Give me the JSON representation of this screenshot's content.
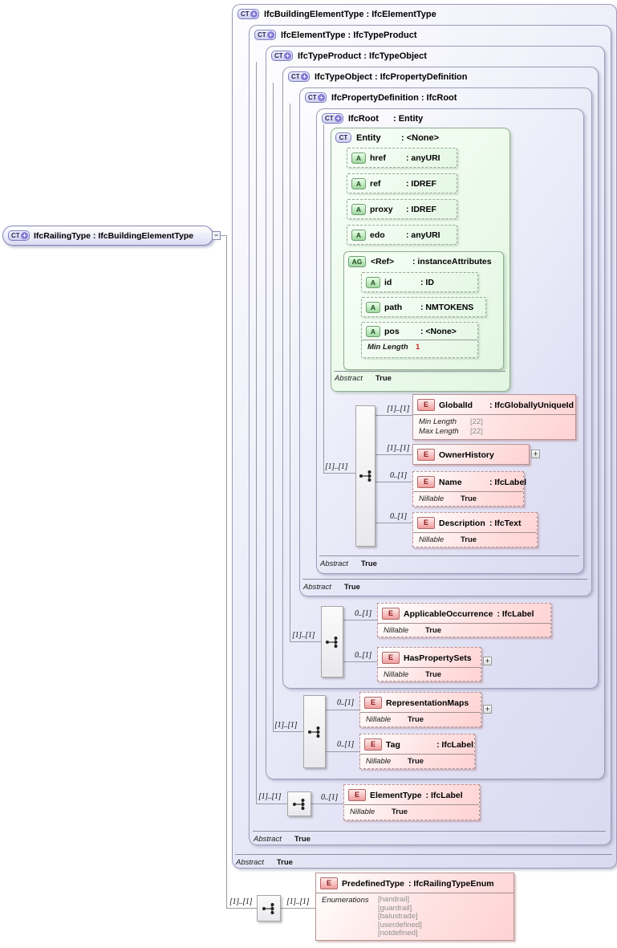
{
  "icons": {
    "complex_type": "CT",
    "attribute": "A",
    "attribute_group": "AG",
    "element": "E",
    "plus": "+",
    "minus": "−",
    "sequence": "sequence-icon"
  },
  "cards": {
    "one": "[1]..[1]",
    "opt": "0..[1]"
  },
  "root": {
    "label": "IfcRailingType : IfcBuildingElementType"
  },
  "boxes": {
    "b1": {
      "label": "IfcBuildingElementType : IfcElementType",
      "abstract_label": "Abstract",
      "abstract_value": "True"
    },
    "b2": {
      "label": "IfcElementType : IfcTypeProduct",
      "abstract_label": "Abstract",
      "abstract_value": "True"
    },
    "b3": {
      "label": "IfcTypeProduct : IfcTypeObject"
    },
    "b4": {
      "label": "IfcTypeObject : IfcPropertyDefinition"
    },
    "b5": {
      "label": "IfcPropertyDefinition : IfcRoot",
      "abstract_label": "Abstract",
      "abstract_value": "True"
    },
    "b6": {
      "name": "IfcRoot",
      "type": ": Entity",
      "abstract_label": "Abstract",
      "abstract_value": "True"
    }
  },
  "entity": {
    "name": "Entity",
    "type": ": <None>",
    "abstract_label": "Abstract",
    "abstract_value": "True",
    "attrs": [
      {
        "name": "href",
        "type": ": anyURI"
      },
      {
        "name": "ref",
        "type": ": IDREF"
      },
      {
        "name": "proxy",
        "type": ": IDREF"
      },
      {
        "name": "edo",
        "type": ": anyURI"
      }
    ],
    "ref_group": {
      "name": "<Ref>",
      "type": ": instanceAttributes",
      "attrs": [
        {
          "name": "id",
          "type": ": ID"
        },
        {
          "name": "path",
          "type": ": NMTOKENS"
        }
      ],
      "pos": {
        "name": "pos",
        "type": ": <None>",
        "facet_label": "Min Length",
        "facet_value": "1"
      }
    }
  },
  "ifcroot_content": {
    "globalid": {
      "name": "GlobalId",
      "type": ": IfcGloballyUniqueId",
      "facets": [
        {
          "label": "Min Length",
          "value": "[22]"
        },
        {
          "label": "Max Length",
          "value": "[22]"
        }
      ]
    },
    "ownerhistory": {
      "name": "OwnerHistory"
    },
    "name_el": {
      "name": "Name",
      "type": ": IfcLabel",
      "facets": [
        {
          "label": "Nillable",
          "value": "True"
        }
      ]
    },
    "description": {
      "name": "Description",
      "type": ": IfcText",
      "facets": [
        {
          "label": "Nillable",
          "value": "True"
        }
      ]
    }
  },
  "typeobject_content": {
    "applicableoccurrence": {
      "name": "ApplicableOccurrence",
      "type": ": IfcLabel",
      "facets": [
        {
          "label": "Nillable",
          "value": "True"
        }
      ]
    },
    "haspropertysets": {
      "name": "HasPropertySets",
      "facets": [
        {
          "label": "Nillable",
          "value": "True"
        }
      ]
    }
  },
  "typeproduct_content": {
    "representationmaps": {
      "name": "RepresentationMaps",
      "facets": [
        {
          "label": "Nillable",
          "value": "True"
        }
      ]
    },
    "tag": {
      "name": "Tag",
      "type": ": IfcLabel",
      "facets": [
        {
          "label": "Nillable",
          "value": "True"
        }
      ]
    }
  },
  "elementtype_content": {
    "elementtype": {
      "name": "ElementType",
      "type": ": IfcLabel",
      "facets": [
        {
          "label": "Nillable",
          "value": "True"
        }
      ]
    }
  },
  "railingtype_content": {
    "predefinedtype": {
      "name": "PredefinedType",
      "type": ": IfcRailingTypeEnum",
      "enum_label": "Enumerations",
      "enums": [
        "[handrail]",
        "[guardrail]",
        "[balustrade]",
        "[userdefined]",
        "[notdefined]"
      ]
    }
  },
  "colors": {
    "complex_type_fill": "#e3e3f7",
    "complex_type_border": "#9c9cb8",
    "attribute_fill": "#e6f7e6",
    "attribute_border": "#8fae8f",
    "element_fill": "#ffd6d6",
    "element_border": "#b89494",
    "line": "#9a9aa5",
    "facet_dim": "#8f8f8f",
    "facet_red": "#cc2222",
    "badge_purple": "#8679d6"
  }
}
